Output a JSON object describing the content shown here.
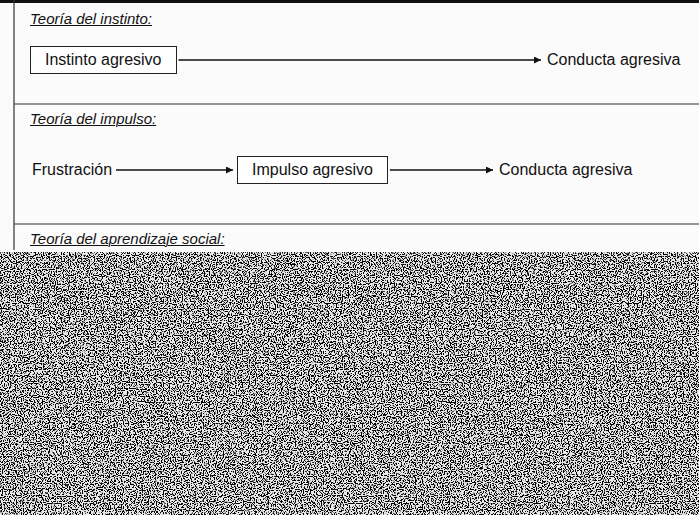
{
  "diagram": {
    "nodes": [
      {
        "text": [
          "Instinto agresivo"
        ]
      },
      {
        "text": [
          "Conducta agresiva"
        ]
      },
      {
        "text": [
          "Frustración"
        ]
      },
      {
        "text": [
          "Impulso agresivo"
        ]
      },
      {
        "text": [
          "Conducta agresiva"
        ]
      }
    ],
    "edges": [
      {
        "from": 0,
        "to": 1,
        "arrow": "to"
      },
      {
        "from": 2,
        "to": 3,
        "arrow": "to"
      },
      {
        "from": 3,
        "to": 4,
        "arrow": "to"
      }
    ],
    "labels": [
      "Teoría del instinto:",
      "Teoría del impulso:",
      "Teoría del aprendizaje social:"
    ]
  }
}
